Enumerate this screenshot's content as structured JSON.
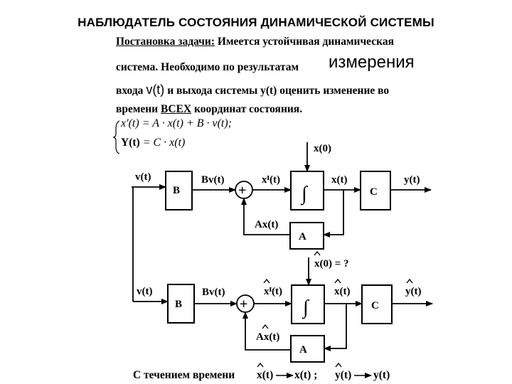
{
  "title": "НАБЛЮДАТЕЛЬ  СОСТОЯНИЯ ДИНАМИЧЕСКОЙ  СИСТЕМЫ",
  "problem": {
    "label": "Постановка задачи:",
    "line1_rest": " Имеется устойчивая динамическая",
    "line2": "система. Необходимо по результатам",
    "word_big": "измерения",
    "line3_a": "входа ",
    "v_input": "v(t)",
    "line3_b": " и выхода системы y(t) оценить изменение во",
    "line4_a": "времени ",
    "all_word": "ВСЕХ",
    "line4_b": " координат состояния."
  },
  "equations": {
    "eq1": "x′(t) = A · x(t) + B · v(t);",
    "eq2_lhs": "Y(t)",
    "eq2_rhs": " = C · x(t)"
  },
  "plant": {
    "input": "v(t)",
    "block_b": "B",
    "bv": "Bv(t)",
    "plus": "+",
    "xdot": "xᴵ(t)",
    "integrator": "∫",
    "x0": "x(0)",
    "x": "x(t)",
    "block_c": "C",
    "y": "y(t)",
    "block_a": "A",
    "ax": "Ax(t)"
  },
  "observer": {
    "input": "v(t)",
    "block_b": "B",
    "bv": "Bv(t)",
    "plus": "+",
    "xdot": "xᴵ(t)",
    "integrator": "∫",
    "x0": "x(0) = ?",
    "x": "x(t)",
    "block_c": "C",
    "y": "y(t)",
    "block_a": "A",
    "ax": "Ax(t)"
  },
  "footer": {
    "prefix": "С течением времени ",
    "xhat": "x(t)",
    "x": "x(t) ;",
    "yhat": "y(t)",
    "y": "y(t)"
  }
}
